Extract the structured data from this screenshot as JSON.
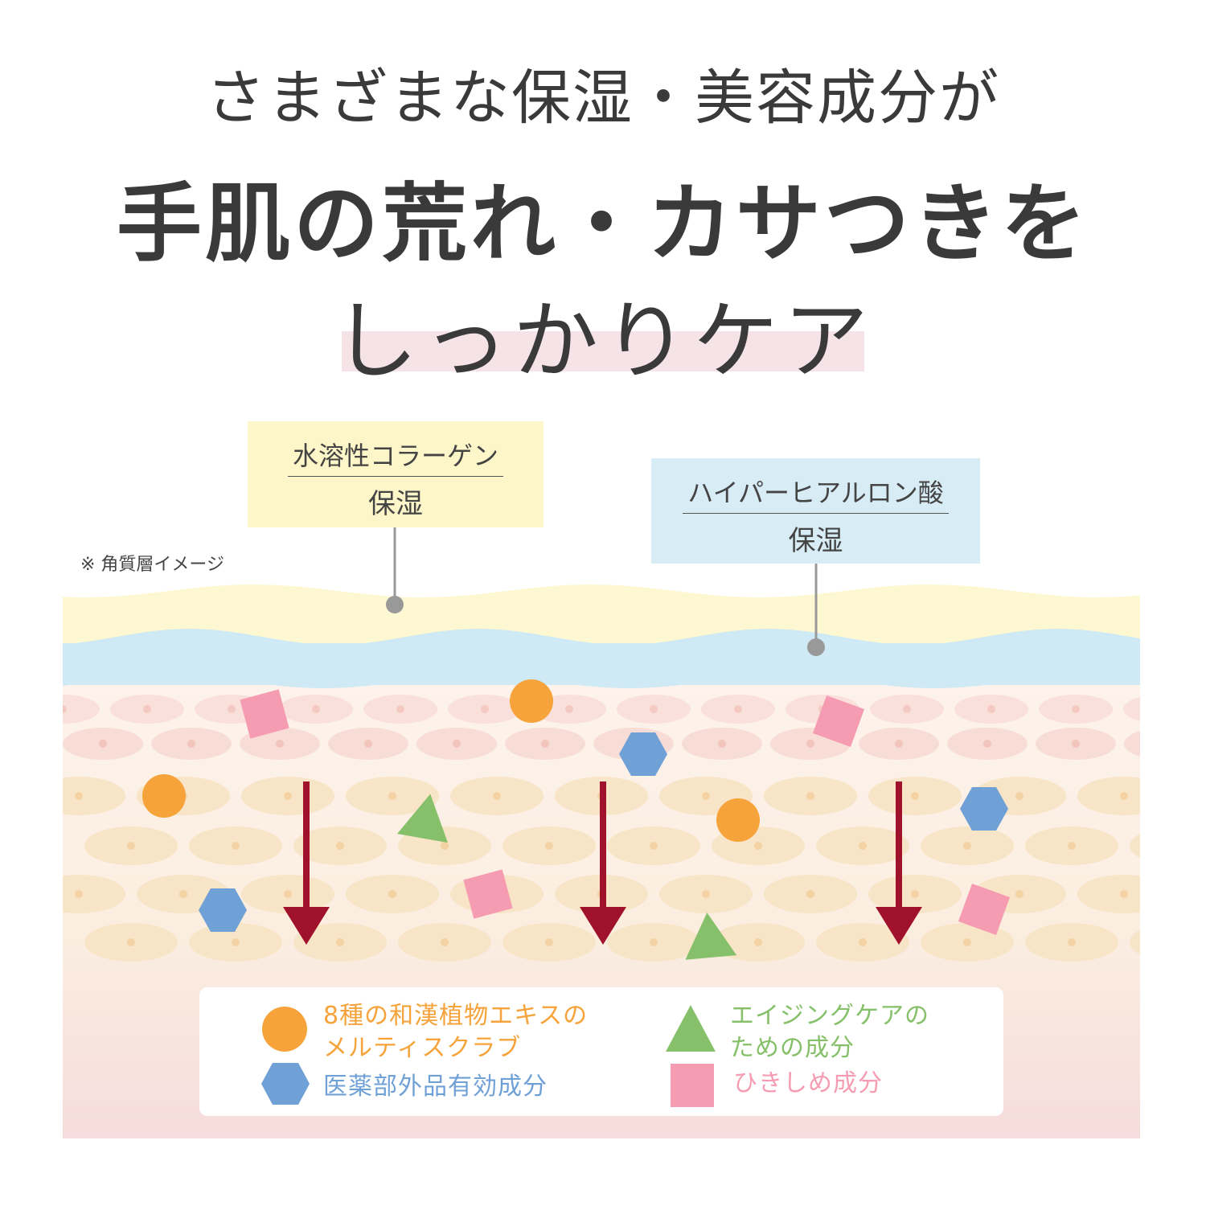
{
  "headline": {
    "line1": "さまざまな保湿・美容成分が",
    "line2": "手肌の荒れ・カサつきを",
    "line3": "しっかりケア"
  },
  "note": "※ 角質層イメージ",
  "callouts": {
    "collagen": {
      "name": "水溶性コラーゲン",
      "role": "保湿"
    },
    "hyaluron": {
      "name": "ハイパーヒアルロン酸",
      "role": "保湿"
    }
  },
  "legend": {
    "scrub": {
      "line1": "8種の和漢植物エキスの",
      "line2": "メルティスクラブ",
      "shape": "circle",
      "color": "#f5a33a"
    },
    "aging": {
      "line1": "エイジングケアの",
      "line2": "ための成分",
      "shape": "triangle",
      "color": "#86c06a"
    },
    "quasi": {
      "text": "医薬部外品有効成分",
      "shape": "hexagon",
      "color": "#6fa0d6"
    },
    "tightening": {
      "text": "ひきしめ成分",
      "shape": "square",
      "color": "#f59cb2"
    }
  },
  "colors": {
    "yellow_layer": "#fdf8d2",
    "blue_layer": "#cfe9f5",
    "skin": "#fbe9e2",
    "arrow": "#a0112b",
    "callout_line": "#999999"
  }
}
